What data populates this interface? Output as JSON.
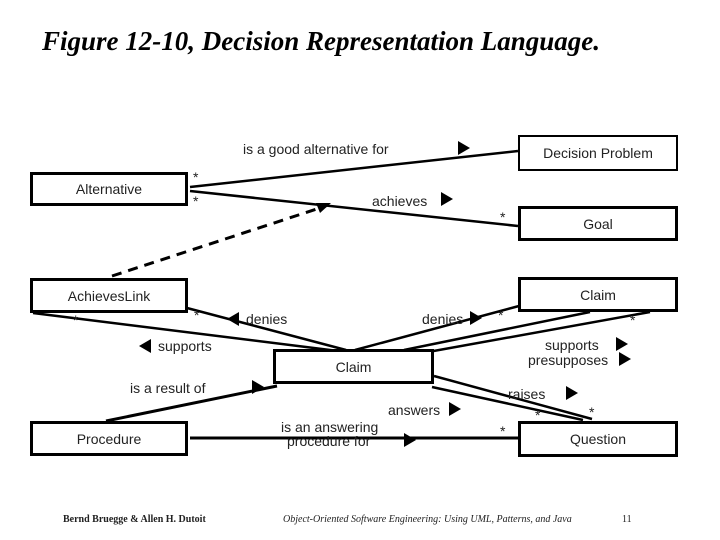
{
  "slide": {
    "title": "Figure 12-10, Decision Representation Language.",
    "footer": {
      "authors": "Bernd Bruegge & Allen H. Dutoit",
      "book": "Object-Oriented Software Engineering: Using UML, Patterns, and Java",
      "page": "11"
    }
  },
  "diagram": {
    "type": "uml-class-diagram",
    "multiplicity_symbol": "*",
    "classes": [
      {
        "id": "alternative",
        "label": "Alternative"
      },
      {
        "id": "decision-problem",
        "label": "Decision Problem"
      },
      {
        "id": "goal",
        "label": "Goal"
      },
      {
        "id": "achieves-link",
        "label": "AchievesLink"
      },
      {
        "id": "claim-right",
        "label": "Claim"
      },
      {
        "id": "claim-center",
        "label": "Claim"
      },
      {
        "id": "procedure",
        "label": "Procedure"
      },
      {
        "id": "question",
        "label": "Question"
      }
    ],
    "associations": [
      {
        "id": "is-a-good-alternative-for",
        "label": "is a good alternative for",
        "reading_direction": "right",
        "ends": [
          "Alternative",
          "Decision Problem"
        ]
      },
      {
        "id": "achieves",
        "label": "achieves",
        "reading_direction": "right",
        "ends": [
          "Alternative",
          "Goal"
        ],
        "association_class": "AchievesLink"
      },
      {
        "id": "denies-achieveslink",
        "label": "denies",
        "reading_direction": "left",
        "ends": [
          "AchievesLink",
          "Claim"
        ]
      },
      {
        "id": "supports-achieveslink",
        "label": "supports",
        "reading_direction": "left",
        "ends": [
          "AchievesLink",
          "Claim"
        ]
      },
      {
        "id": "denies-claim",
        "label": "denies",
        "reading_direction": "right",
        "ends": [
          "Claim",
          "Claim"
        ]
      },
      {
        "id": "supports-claim",
        "label": "supports",
        "reading_direction": "right",
        "ends": [
          "Claim",
          "Claim"
        ]
      },
      {
        "id": "presupposes-claim",
        "label": "presupposes",
        "reading_direction": "right",
        "ends": [
          "Claim",
          "Claim"
        ]
      },
      {
        "id": "is-a-result-of",
        "label": "is a result of",
        "reading_direction": "right",
        "ends": [
          "Claim",
          "Procedure"
        ]
      },
      {
        "id": "raises",
        "label": "raises",
        "reading_direction": "right",
        "ends": [
          "Claim",
          "Question"
        ]
      },
      {
        "id": "answers",
        "label": "answers",
        "reading_direction": "right",
        "ends": [
          "Claim",
          "Question"
        ]
      },
      {
        "id": "is-an-answering-procedure-for",
        "label": "is an answering",
        "label_line2": "procedure for",
        "reading_direction": "right",
        "ends": [
          "Procedure",
          "Question"
        ]
      }
    ]
  }
}
